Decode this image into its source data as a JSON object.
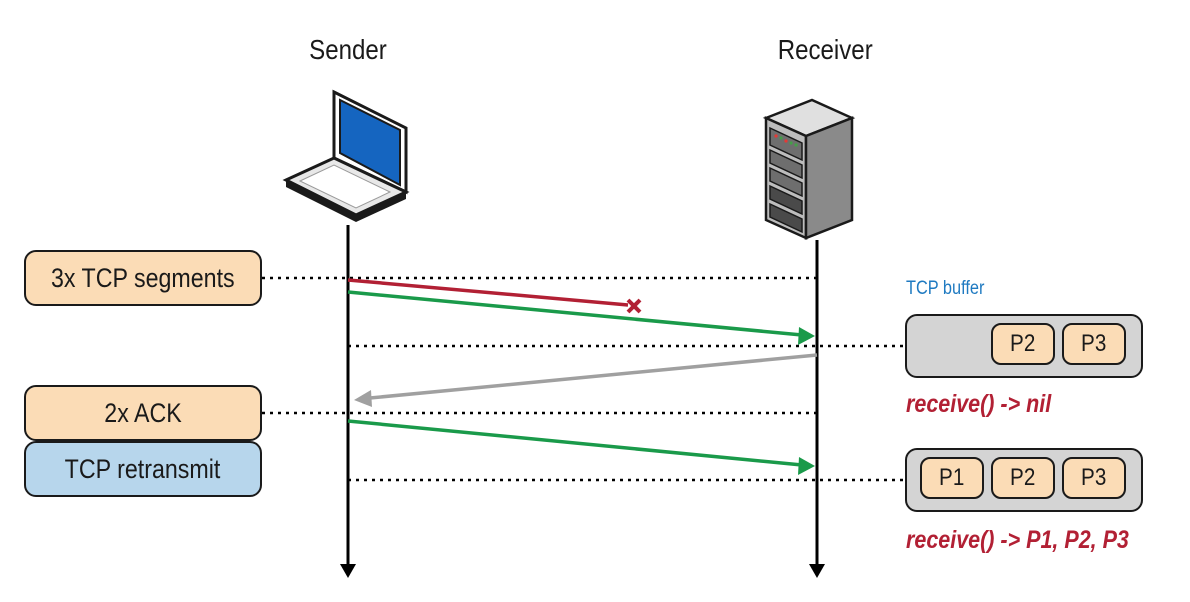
{
  "actors": {
    "sender": "Sender",
    "receiver": "Receiver"
  },
  "side_labels": {
    "segments": "3x TCP segments",
    "ack": "2x ACK",
    "retransmit": "TCP retransmit"
  },
  "buffer": {
    "label": "TCP buffer",
    "first_state": [
      "P2",
      "P3"
    ],
    "second_state": [
      "P1",
      "P2",
      "P3"
    ]
  },
  "results": {
    "first": "receive() -> nil",
    "second": "receive() -> P1, P2, P3"
  },
  "colors": {
    "lost_arrow": "#b22034",
    "delivered_arrow": "#1a9a4a",
    "ack_arrow": "#a0a0a0",
    "segment_box": "#fbdcb6",
    "retransmit_box": "#b7d6ec",
    "buffer_fill": "#d4d4d4",
    "buffer_label": "#1f7ac1",
    "result_text": "#b22034"
  },
  "icons": {
    "sender": "laptop-icon",
    "receiver": "server-tower-icon",
    "loss": "x-mark-icon"
  }
}
